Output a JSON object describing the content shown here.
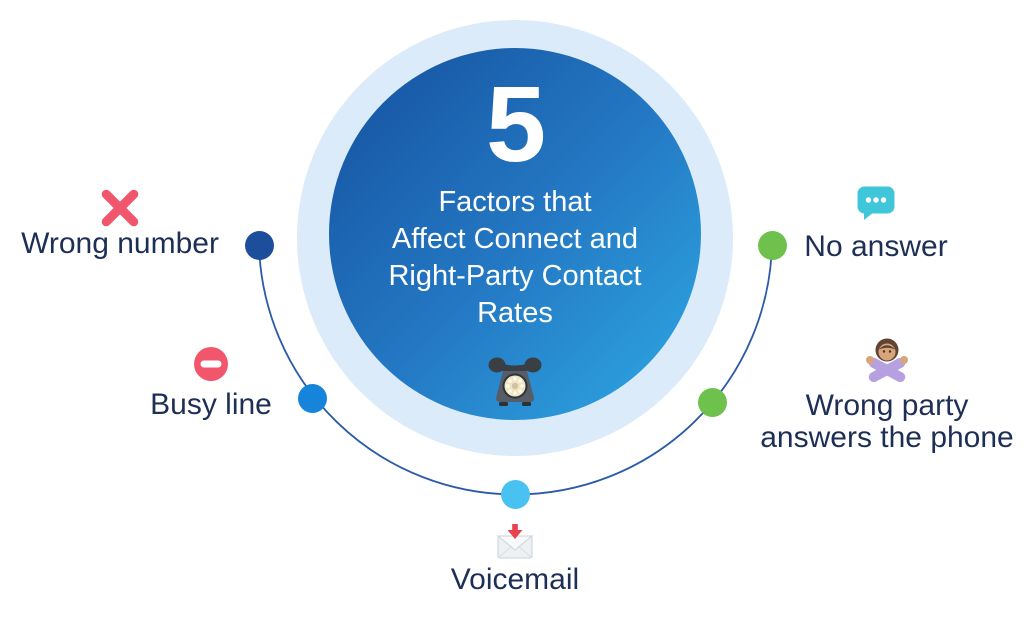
{
  "infographic": {
    "center": {
      "number": "5",
      "title_lines": [
        "Factors that",
        "Affect Connect and",
        "Right-Party Contact",
        "Rates"
      ],
      "icon": "telephone-icon"
    },
    "factors": [
      {
        "id": "wrong-number",
        "label": "Wrong number",
        "icon": "x-mark-icon",
        "dot_color": "#1c4e9c"
      },
      {
        "id": "busy-line",
        "label": "Busy line",
        "icon": "no-entry-icon",
        "dot_color": "#1584da"
      },
      {
        "id": "voicemail",
        "label": "Voicemail",
        "icon": "envelope-arrow-icon",
        "dot_color": "#49c2f2"
      },
      {
        "id": "no-answer",
        "label": "No answer",
        "icon": "speech-bubble-icon",
        "dot_color": "#6ec14d"
      },
      {
        "id": "wrong-party",
        "label_lines": [
          "Wrong party",
          "answers the phone"
        ],
        "icon": "person-gesturing-no-icon",
        "dot_color": "#6ec14d"
      }
    ],
    "colors": {
      "circle_gradient_start": "#14509e",
      "circle_gradient_mid": "#2478c3",
      "circle_gradient_end": "#2eaae4",
      "halo": "#dcebfa",
      "arc_line": "#2b5ba8",
      "label_text": "#1e2f55",
      "icon_red": "#f2566c",
      "icon_teal": "#40c6d9",
      "icon_purple": "#b7a0e0"
    }
  }
}
